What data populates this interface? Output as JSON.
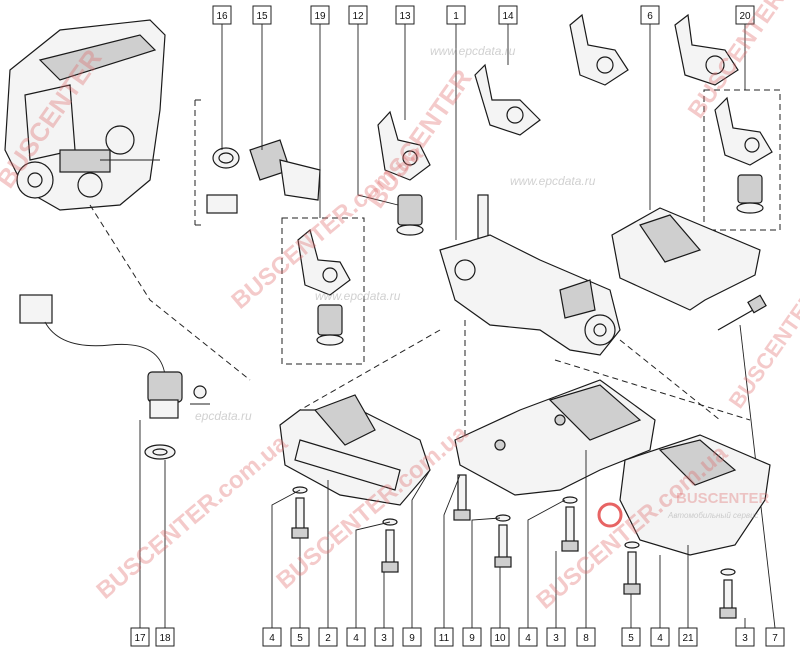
{
  "watermarks": {
    "brand": "BUSCENTER",
    "site": "BUSCENTER.com.ua",
    "epc": "www.epcdata.ru",
    "epc_short": "epcdata.ru",
    "logo_brand": "BUSCENTER",
    "logo_sub": "Автомобильный сервис"
  },
  "top_callouts": [
    "16",
    "15",
    "19",
    "12",
    "13",
    "1",
    "14",
    "6",
    "20"
  ],
  "bottom_callouts": [
    "17",
    "18",
    "4",
    "5",
    "2",
    "4",
    "3",
    "9",
    "11",
    "9",
    "10",
    "4",
    "3",
    "8",
    "5",
    "4",
    "21",
    "3",
    "7"
  ],
  "colors": {
    "line": "#1a1a1a",
    "watermark": "#e06a6a"
  }
}
